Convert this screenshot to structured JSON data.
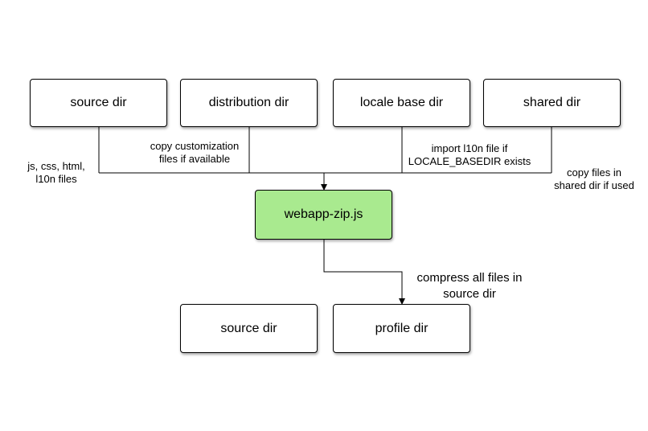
{
  "nodes": {
    "source_dir_top": "source dir",
    "distribution_dir": "distribution dir",
    "locale_base_dir": "locale base dir",
    "shared_dir": "shared dir",
    "webapp_zip": "webapp-zip.js",
    "source_dir_bottom": "source dir",
    "profile_dir": "profile dir"
  },
  "edge_labels": {
    "source_files": [
      "js, css, html,",
      "l10n files"
    ],
    "customization": [
      "copy customization",
      "files if available"
    ],
    "l10n_import": [
      "import l10n file if",
      "LOCALE_BASEDIR exists"
    ],
    "shared_copy": [
      "copy files in",
      "shared dir if used"
    ],
    "compress": [
      "compress all files in",
      "source dir"
    ]
  },
  "colors": {
    "main_node_fill": "#a9ea8f",
    "node_fill": "#ffffff",
    "stroke": "#000000"
  }
}
